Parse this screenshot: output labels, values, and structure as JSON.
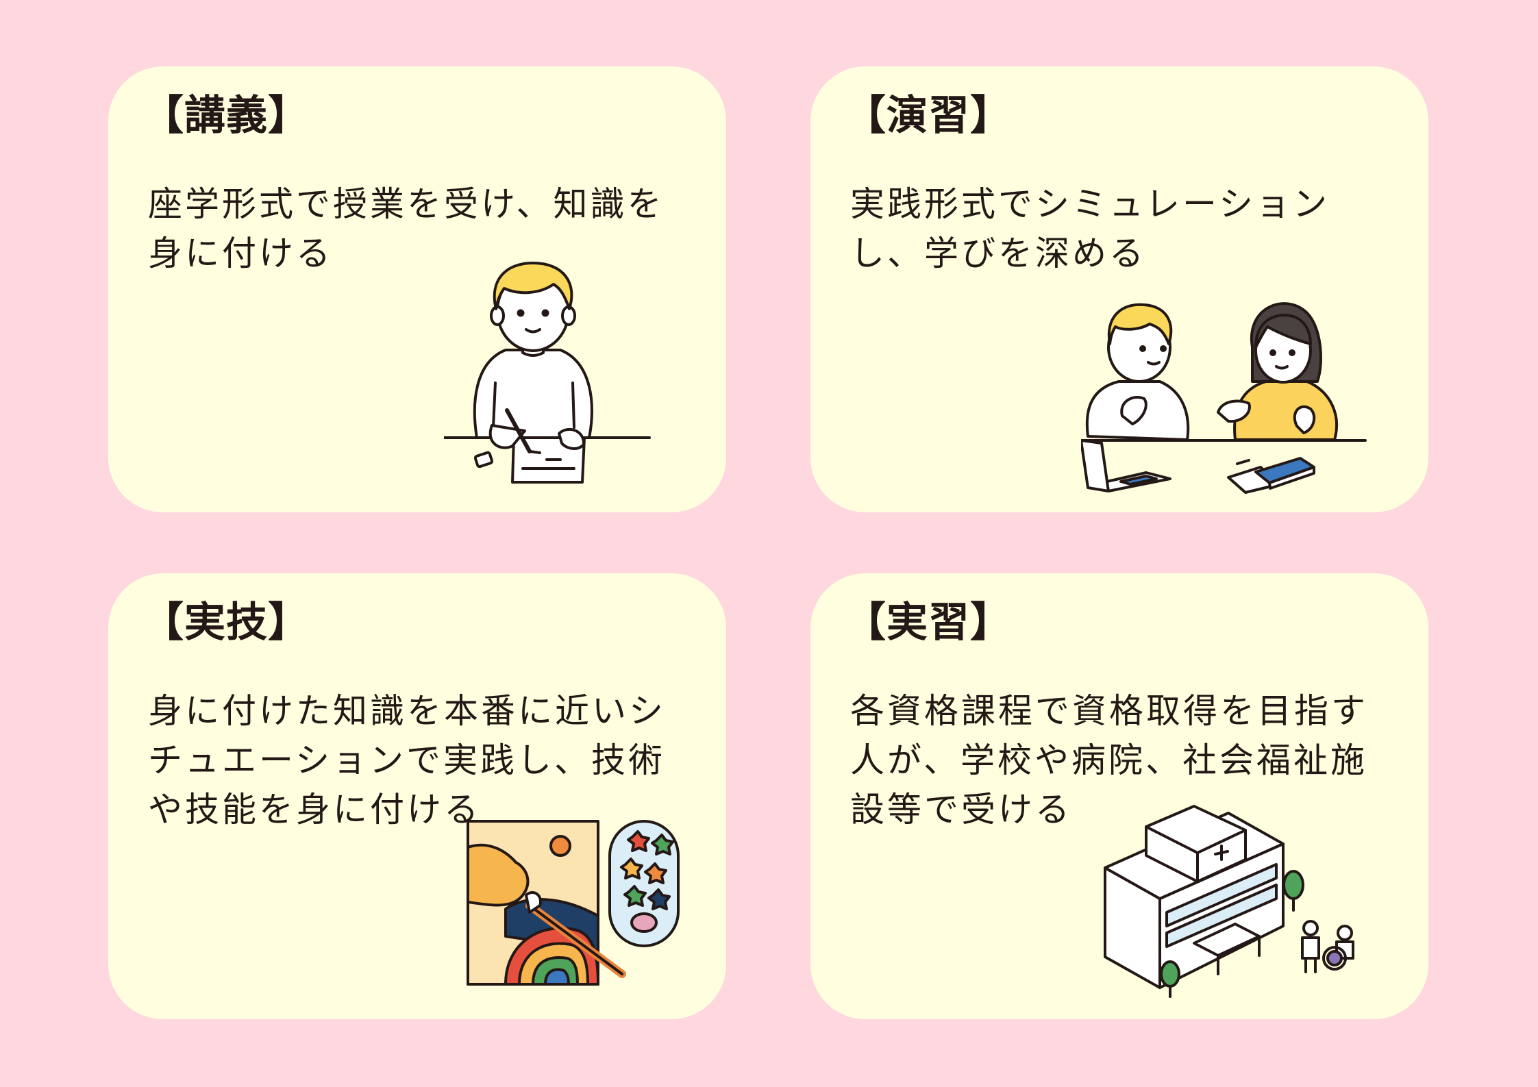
{
  "cards": [
    {
      "title": "【講義】",
      "lines": [
        "座学形式で授業を受け、知識を",
        "身に付ける"
      ],
      "icon": "student-writing-at-desk-icon"
    },
    {
      "title": "【演習】",
      "lines": [
        "実践形式でシミュレーション",
        "し、学びを深める"
      ],
      "icon": "two-people-discussing-icon"
    },
    {
      "title": "【実技】",
      "lines": [
        "身に付けた知識を本番に近いシ",
        "チュエーションで実践し、技術",
        "や技能を身に付ける"
      ],
      "icon": "painting-and-palette-icon"
    },
    {
      "title": "【実習】",
      "lines": [
        "各資格課程で資格取得を目指す",
        "人が、学校や病院、社会福祉施",
        "設等で受ける"
      ],
      "icon": "hospital-building-icon"
    }
  ],
  "colors": {
    "background": "#ffd7df",
    "card": "#ffffe0",
    "text": "#231815",
    "hair_yellow": "#fad85a",
    "accent_blue": "#3b78c0",
    "sweater_yellow": "#fbd25c"
  }
}
